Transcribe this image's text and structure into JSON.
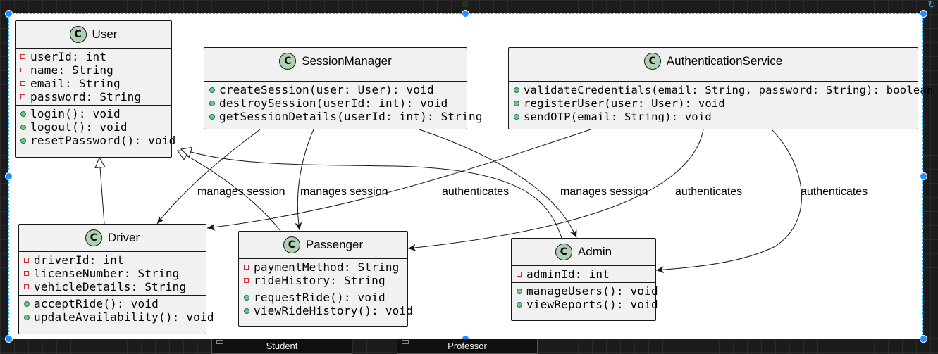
{
  "classes": {
    "user": {
      "icon": "C",
      "name": "User",
      "attributes": [
        "userId: int",
        "name: String",
        "email: String",
        "password: String"
      ],
      "methods": [
        "login(): void",
        "logout(): void",
        "resetPassword(): void"
      ]
    },
    "session_manager": {
      "icon": "C",
      "name": "SessionManager",
      "attributes": [],
      "methods": [
        "createSession(user: User): void",
        "destroySession(userId: int): void",
        "getSessionDetails(userId: int): String"
      ]
    },
    "authentication_service": {
      "icon": "C",
      "name": "AuthenticationService",
      "attributes": [],
      "methods": [
        "validateCredentials(email: String, password: String): boolean",
        "registerUser(user: User): void",
        "sendOTP(email: String): void"
      ]
    },
    "driver": {
      "icon": "C",
      "name": "Driver",
      "attributes": [
        "driverId: int",
        "licenseNumber: String",
        "vehicleDetails: String"
      ],
      "methods": [
        "acceptRide(): void",
        "updateAvailability(): void"
      ]
    },
    "passenger": {
      "icon": "C",
      "name": "Passenger",
      "attributes": [
        "paymentMethod: String",
        "rideHistory: String"
      ],
      "methods": [
        "requestRide(): void",
        "viewRideHistory(): void"
      ]
    },
    "admin": {
      "icon": "C",
      "name": "Admin",
      "attributes": [
        "adminId: int"
      ],
      "methods": [
        "manageUsers(): void",
        "viewReports(): void"
      ]
    }
  },
  "edge_labels": {
    "sm_driver": "manages session",
    "sm_passenger": "manages session",
    "sm_admin": "manages session",
    "auth_driver": "authenticates",
    "auth_passenger": "authenticates",
    "auth_admin": "authenticates"
  },
  "bottom_tabs": [
    "Student",
    "Professor"
  ],
  "colors": {
    "selection": "#29b6f6",
    "class_fill": "#f1f1f1",
    "class_icon": "#add1b2",
    "private_marker": "#c82930",
    "public_marker": "#84be84"
  },
  "icons": {
    "rotate": "rotate-icon",
    "private": "private-visibility-icon",
    "public": "public-visibility-icon"
  }
}
